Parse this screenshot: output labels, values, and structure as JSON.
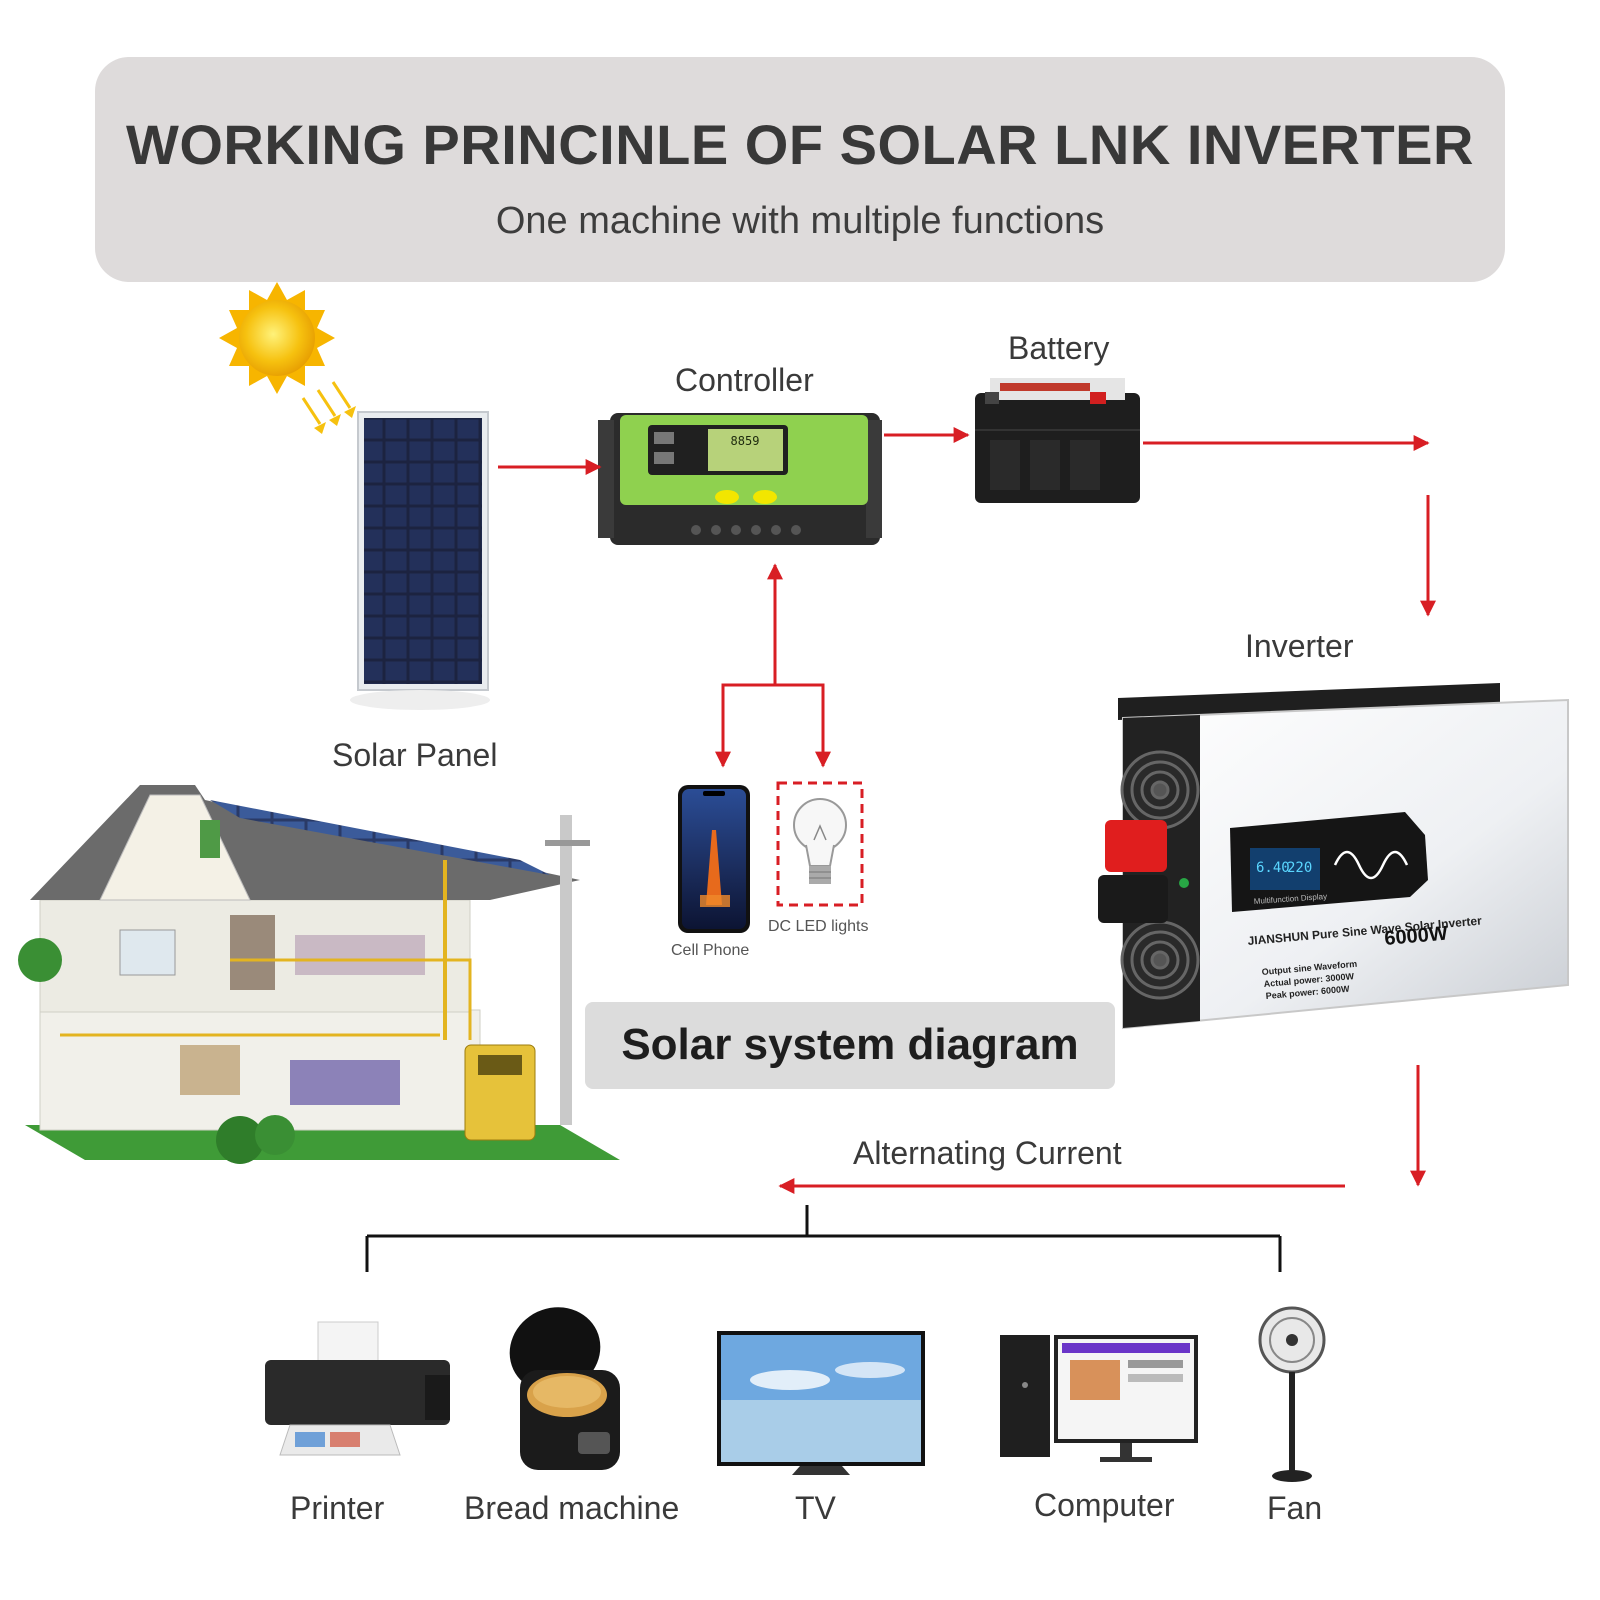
{
  "header": {
    "title": "WORKING PRINCINLE OF SOLAR LNK INVERTER",
    "subtitle": "One machine with multiple functions"
  },
  "nodes": {
    "controller": "Controller",
    "battery": "Battery",
    "inverter": "Inverter",
    "solar_panel": "Solar Panel",
    "cell_phone": "Cell Phone",
    "dc_led_lights": "DC LED lights"
  },
  "caption": "Solar system diagram",
  "edge_label": "Alternating Current",
  "appliances": [
    "Printer",
    "Bread machine",
    "TV",
    "Computer",
    "Fan"
  ],
  "inverter_panel": {
    "brand_line": "JIANSHUN Pure Sine Wave Solar Inverter",
    "rating": "6000W",
    "display_label": "Multifunction Display",
    "spec_waveform": "Output sine Waveform",
    "spec_actual": "Actual power: 3000W",
    "spec_peak": "Peak  power: 6000W",
    "lcd_left": "6.40",
    "lcd_right": "220"
  },
  "controller_lcd": "8859",
  "colors": {
    "arrow": "#d81e24",
    "header_bg": "#dedbdb",
    "controller_green": "#8fd14f",
    "sun": "#f6c10f",
    "lawn": "#3f9b37"
  }
}
